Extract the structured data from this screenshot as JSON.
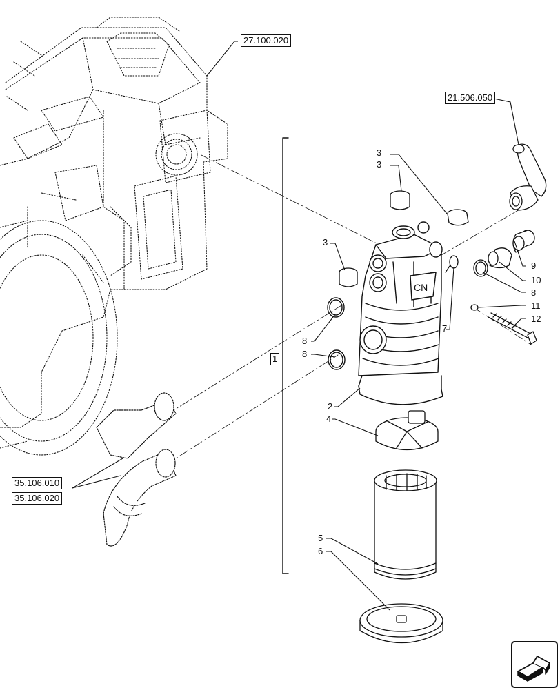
{
  "references": {
    "transmission": "27.100.020",
    "hose": "21.506.050",
    "pipe_a": "35.106.010",
    "pipe_b": "35.106.020",
    "assembly": "1"
  },
  "callouts": {
    "c3a": "3",
    "c3b": "3",
    "c3c": "3",
    "c9": "9",
    "c10": "10",
    "c8r": "8",
    "c11": "11",
    "c12": "12",
    "c7": "7",
    "c8a": "8",
    "c8b": "8",
    "c2": "2",
    "c4": "4",
    "c5": "5",
    "c6": "6"
  },
  "nav": {
    "icon": "next-page-arrow-icon"
  }
}
